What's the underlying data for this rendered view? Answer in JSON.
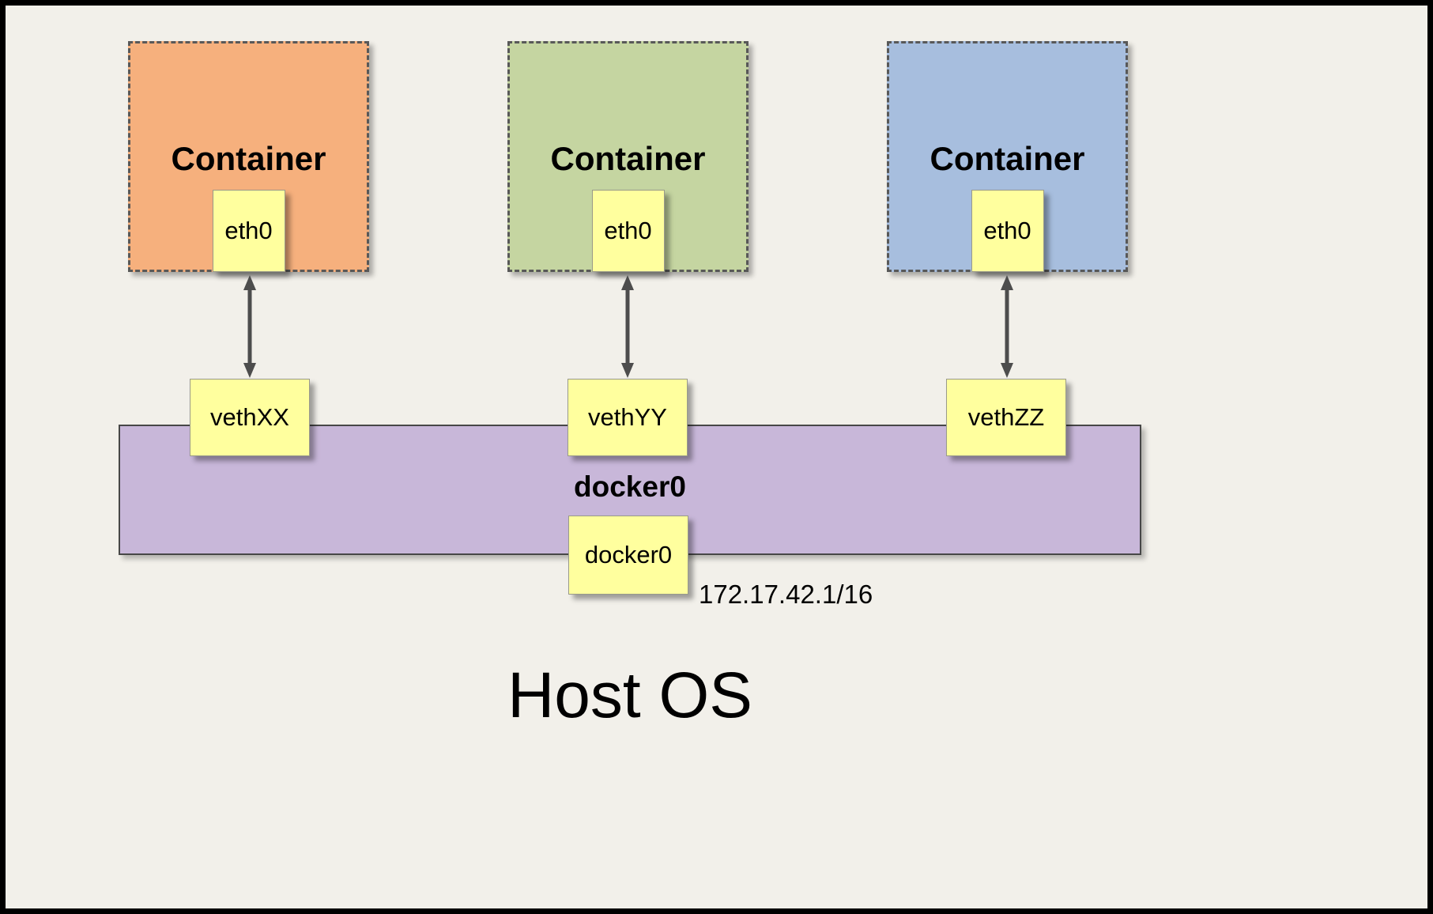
{
  "diagram": {
    "host": {
      "label": "Host OS"
    },
    "bridge": {
      "label": "docker0",
      "interface": "docker0",
      "ip": "172.17.42.1/16",
      "fill": "#c8b7d9"
    },
    "containers": [
      {
        "label": "Container",
        "interface": "eth0",
        "veth": "vethXX",
        "fill": "#f6b07d"
      },
      {
        "label": "Container",
        "interface": "eth0",
        "veth": "vethYY",
        "fill": "#c5d5a1"
      },
      {
        "label": "Container",
        "interface": "eth0",
        "veth": "vethZZ",
        "fill": "#a7bede"
      }
    ],
    "colors": {
      "background": "#f2f0ea",
      "note_yellow": "#ffff9e",
      "arrow": "#4d4d4d"
    }
  }
}
